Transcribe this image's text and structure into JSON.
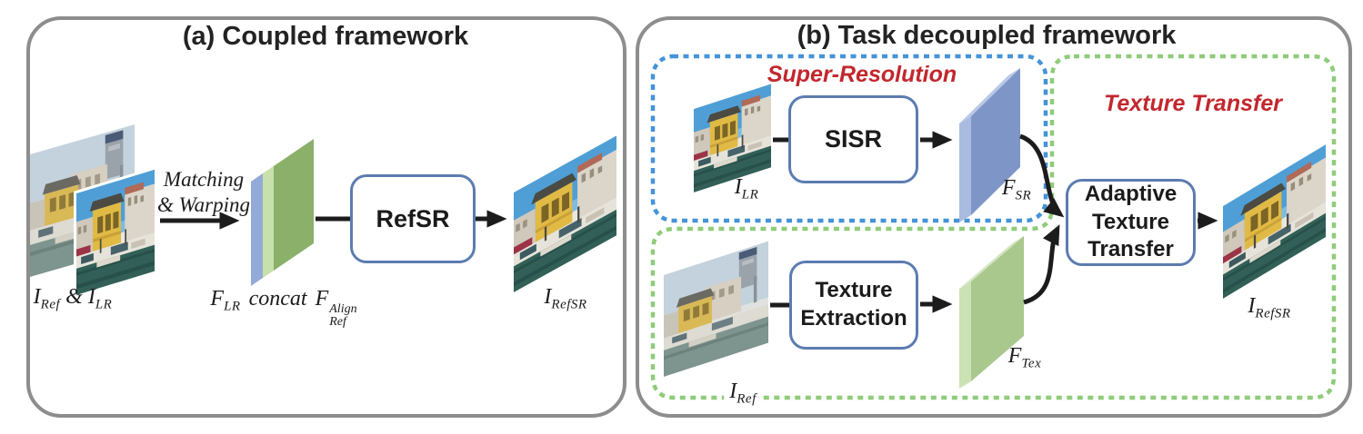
{
  "colors": {
    "panel_border": "#8d8d8d",
    "box_border": "#5c7cb0",
    "blue_dash": "#4593d8",
    "green_dash": "#8fcc7a",
    "red_label": "#c2272d",
    "arrow": "#1c1c1c",
    "slab_blue_front": "#7e96c7",
    "slab_green_front": "#8ab06a",
    "slab_green_light_front": "#a9c88e"
  },
  "panel_a": {
    "title": "(a) Coupled framework",
    "input_label": {
      "v1": "I",
      "s1": "Ref",
      "join": " & ",
      "v2": "I",
      "s2": "LR"
    },
    "arrow_label_line1": "Matching",
    "arrow_label_line2": "& Warping",
    "feature_label": {
      "v1": "F",
      "s1": "LR",
      "op": "concat",
      "v2": "F",
      "sup": "Align",
      "sub": "Ref"
    },
    "refsr_box": "RefSR",
    "output_label": {
      "v": "I",
      "s": "RefSR"
    }
  },
  "panel_b": {
    "title": "(b) Task decoupled framework",
    "sr_region": "Super-Resolution",
    "tt_region": "Texture Transfer",
    "ilr_label": {
      "v": "I",
      "s": "LR"
    },
    "iref_label": {
      "v": "I",
      "s": "Ref"
    },
    "sisr_box": "SISR",
    "te_box_line1": "Texture",
    "te_box_line2": "Extraction",
    "att_box_line1": "Adaptive",
    "att_box_line2": "Texture",
    "att_box_line3": "Transfer",
    "fsr_label": {
      "v": "F",
      "s": "SR"
    },
    "ftex_label": {
      "v": "F",
      "s": "Tex"
    },
    "output_label": {
      "v": "I",
      "s": "RefSR"
    }
  }
}
